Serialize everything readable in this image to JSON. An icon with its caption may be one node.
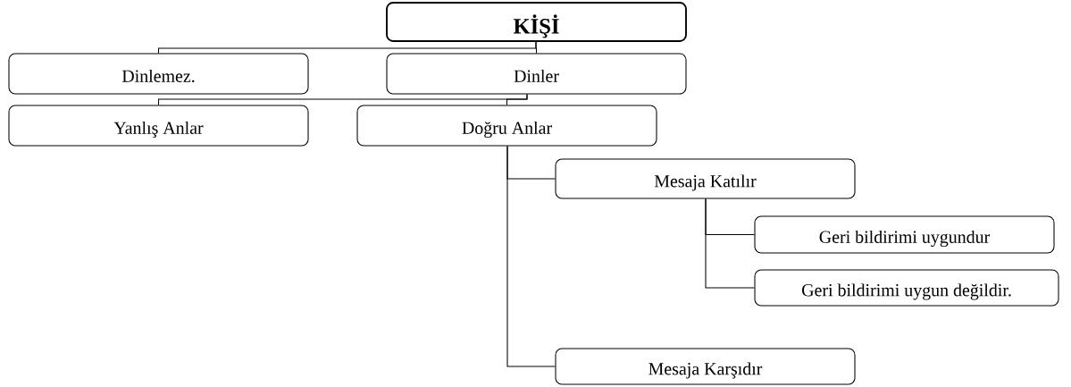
{
  "diagram": {
    "nodes": [
      {
        "text": [
          "KİŞİ"
        ]
      },
      {
        "text": [
          "Dinlemez."
        ]
      },
      {
        "text": [
          "Dinler"
        ]
      },
      {
        "text": [
          "Yanlış Anlar"
        ]
      },
      {
        "text": [
          "Doğru Anlar"
        ]
      },
      {
        "text": [
          "Mesaja Katılır"
        ]
      },
      {
        "text": [
          "Geri bildirimi uygundur"
        ]
      },
      {
        "text": [
          "Geri bildirimi uygun değildir."
        ]
      },
      {
        "text": [
          "Mesaja Karşıdır"
        ]
      }
    ],
    "edges": [
      {
        "from": 0,
        "to": 1,
        "arrow": "none"
      },
      {
        "from": 0,
        "to": 2,
        "arrow": "none"
      },
      {
        "from": 2,
        "to": 3,
        "arrow": "none"
      },
      {
        "from": 2,
        "to": 4,
        "arrow": "none"
      },
      {
        "from": 4,
        "to": 5,
        "arrow": "none"
      },
      {
        "from": 4,
        "to": 8,
        "arrow": "none"
      },
      {
        "from": 5,
        "to": 6,
        "arrow": "none"
      },
      {
        "from": 5,
        "to": 7,
        "arrow": "none"
      }
    ]
  }
}
